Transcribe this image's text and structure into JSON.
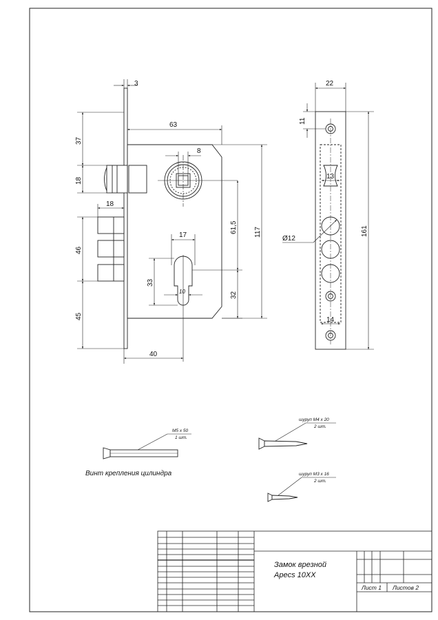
{
  "sheet": {
    "title_line1": "Замок врезной",
    "title_line2": "Apecs 10XX",
    "sheet_label": "Лист 1",
    "sheets_label": "Листов 2"
  },
  "front_view": {
    "dims": {
      "faceplate_thickness": "3",
      "latch_offset": "63",
      "spindle_square": "8",
      "latch_top": "37",
      "latch_height": "18",
      "bolt_length": "18",
      "bolt_block": "46",
      "bottom_offset": "45",
      "cylinder_width": "17",
      "center_distance": "61,5",
      "body_height": "117",
      "cylinder_height": "33",
      "cylinder_pin": "10",
      "cylinder_bottom": "32",
      "backset": "40"
    }
  },
  "side_view": {
    "dims": {
      "faceplate_width": "22",
      "screw_offset": "11",
      "latch_window": "13",
      "faceplate_height": "161",
      "bolt_diameter": "Ø12",
      "bottom_window": "14"
    }
  },
  "parts": {
    "cylinder_screw": {
      "spec": "M5 x 50",
      "qty": "1 шт.",
      "caption": "Винт крепления цилиндра"
    },
    "screw_m4": {
      "spec": "шуруп M4 x 20",
      "qty": "2 шт."
    },
    "screw_m3": {
      "spec": "шуруп M3 x 16",
      "qty": "2 шт."
    }
  }
}
